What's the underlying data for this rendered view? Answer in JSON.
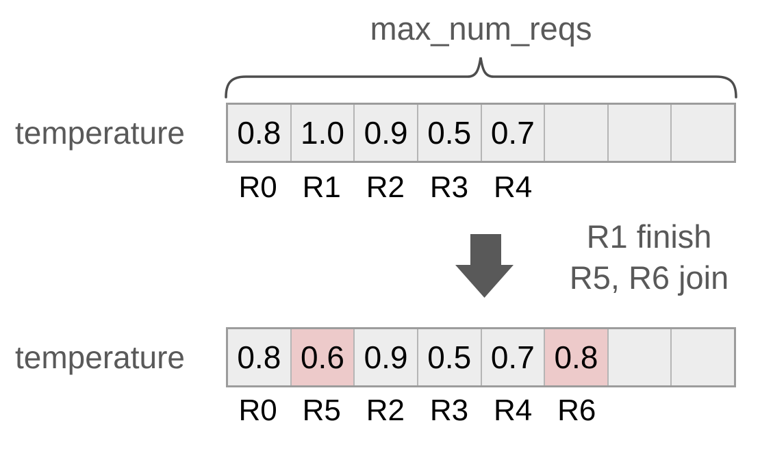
{
  "brace": {
    "label": "max_num_reqs"
  },
  "rows": {
    "before": {
      "label": "temperature",
      "cells": [
        {
          "value": "0.8",
          "highlighted": false
        },
        {
          "value": "1.0",
          "highlighted": false
        },
        {
          "value": "0.9",
          "highlighted": false
        },
        {
          "value": "0.5",
          "highlighted": false
        },
        {
          "value": "0.7",
          "highlighted": false
        },
        {
          "value": "",
          "highlighted": false
        },
        {
          "value": "",
          "highlighted": false
        },
        {
          "value": "",
          "highlighted": false
        }
      ],
      "request_labels": [
        "R0",
        "R1",
        "R2",
        "R3",
        "R4",
        "",
        "",
        ""
      ]
    },
    "after": {
      "label": "temperature",
      "cells": [
        {
          "value": "0.8",
          "highlighted": false
        },
        {
          "value": "0.6",
          "highlighted": true
        },
        {
          "value": "0.9",
          "highlighted": false
        },
        {
          "value": "0.5",
          "highlighted": false
        },
        {
          "value": "0.7",
          "highlighted": false
        },
        {
          "value": "0.8",
          "highlighted": true
        },
        {
          "value": "",
          "highlighted": false
        },
        {
          "value": "",
          "highlighted": false
        }
      ],
      "request_labels": [
        "R0",
        "R5",
        "R2",
        "R3",
        "R4",
        "R6",
        "",
        ""
      ]
    }
  },
  "transition": {
    "arrow_icon": "down-arrow",
    "line1": "R1 finish",
    "line2": "R5, R6 join"
  },
  "colors": {
    "cell_bg": "#ededed",
    "cell_highlight_bg": "#edcaca",
    "cell_border_outer": "#9c9c9c",
    "cell_border_inner": "#b5b5b5",
    "gray_text": "#595959",
    "arrow_fill": "#595959",
    "brace_stroke": "#4d4d4d",
    "value_text": "#000000"
  }
}
